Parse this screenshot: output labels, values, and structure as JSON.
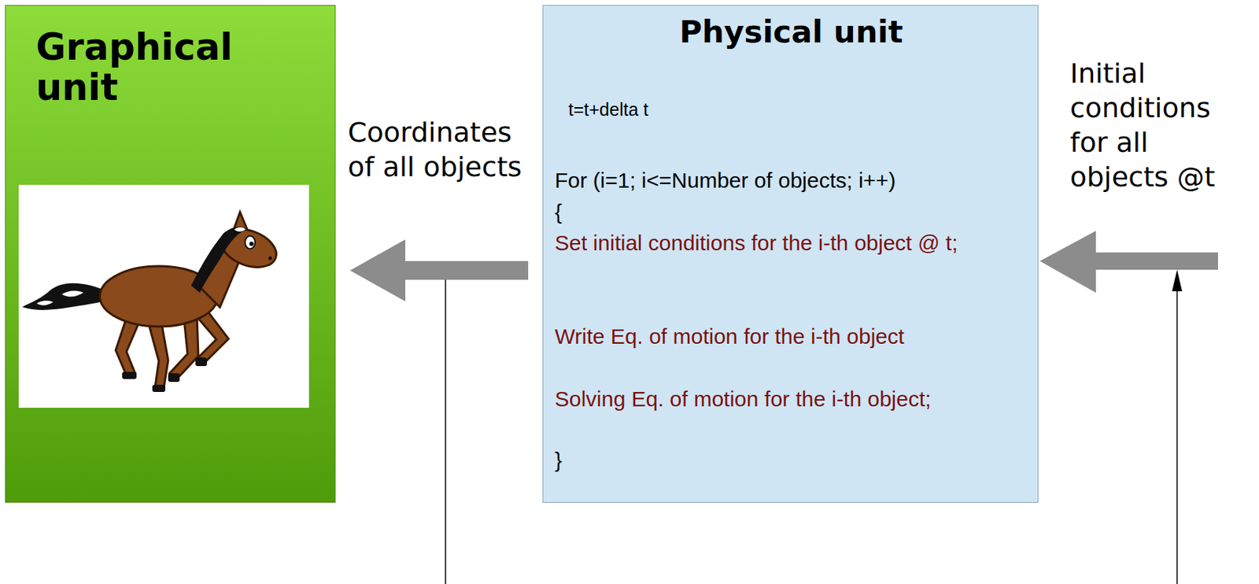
{
  "diagram": {
    "nodes": [
      {
        "text": [
          "Graphical unit"
        ]
      },
      {
        "text": [
          "Physical unit",
          "t=t+delta t",
          "For (i=1; i<=Number of objects; i++)",
          "{",
          "Set initial conditions for the i-th object @ t;",
          "Write Eq. of motion for the i-th object",
          "Solving Eq. of motion for the i-th object;",
          "}"
        ]
      }
    ],
    "edges": [
      {
        "from": 1,
        "to": 0,
        "arrow": "to",
        "label": "Coordinates of all objects"
      }
    ],
    "labels": [
      "Initial conditions for all objects @t"
    ]
  }
}
